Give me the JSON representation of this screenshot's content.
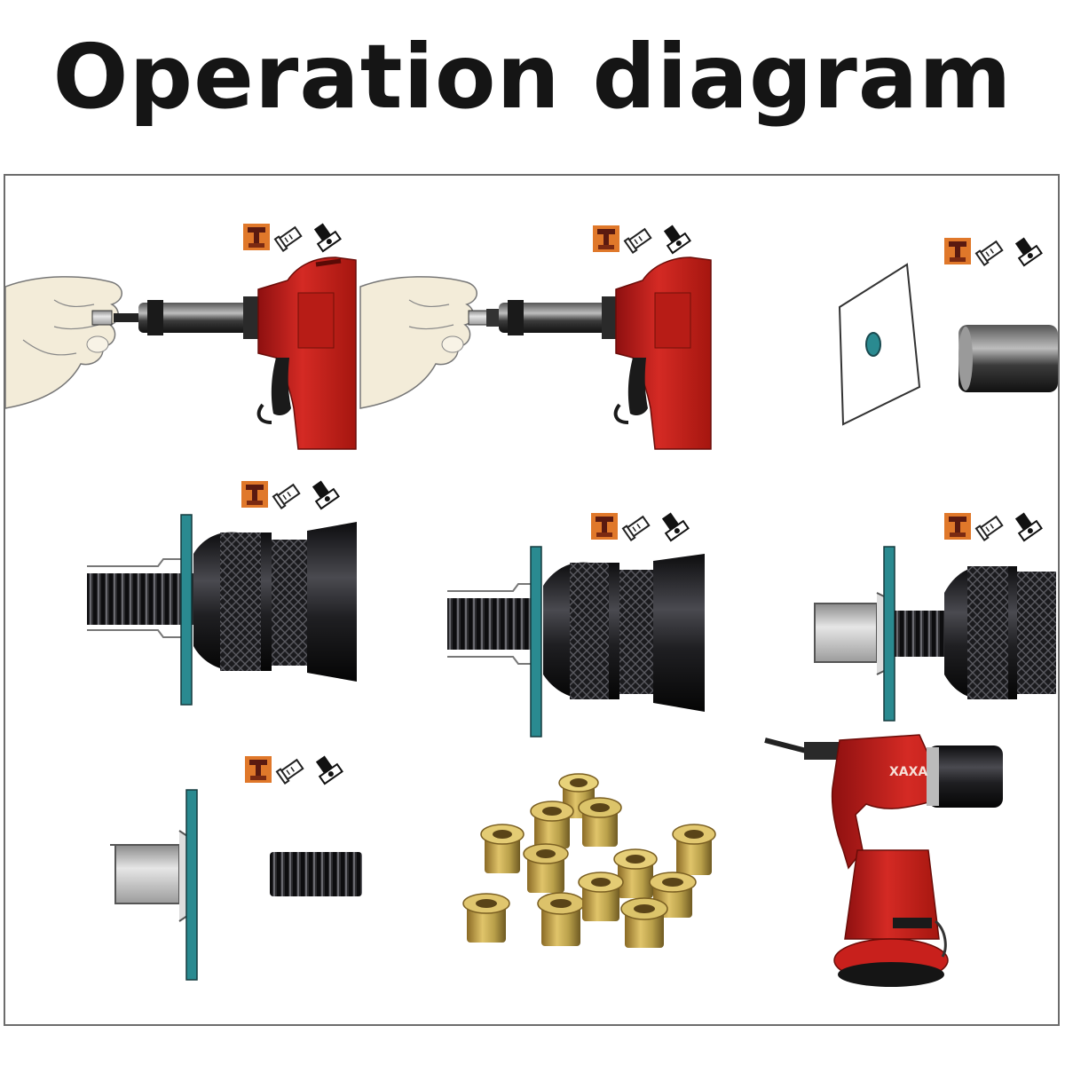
{
  "title": "Operation diagram",
  "brand_label": "XAXA",
  "colors": {
    "gun_red": "#c8201c",
    "tool_black": "#1c1c1f",
    "sheet_teal": "#2a8a90",
    "nut_brass": "#c9a54a",
    "frame_border": "#6c6c6c"
  },
  "icons": [
    "tool-photo-icon",
    "rivet-nut-icon",
    "mandrel-bolt-icon"
  ],
  "steps": [
    {
      "id": 1,
      "scene": "thread-rivet-nut-onto-mandrel"
    },
    {
      "id": 2,
      "scene": "rivet-nut-mounted-on-gun"
    },
    {
      "id": 3,
      "scene": "drilled-sheet-and-nose"
    },
    {
      "id": 4,
      "scene": "insert-into-sheet"
    },
    {
      "id": 5,
      "scene": "pull-and-compress"
    },
    {
      "id": 6,
      "scene": "nut-flattened-against-sheet"
    },
    {
      "id": 7,
      "scene": "unscrew-mandrel"
    },
    {
      "id": 8,
      "scene": "rivet-nuts-pile"
    },
    {
      "id": 9,
      "scene": "pneumatic-riveting-gun"
    }
  ]
}
